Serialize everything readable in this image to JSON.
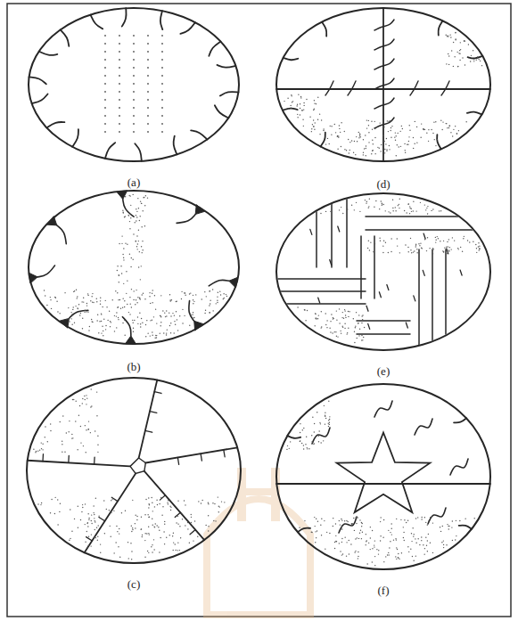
{
  "diagram": {
    "labels": [
      "(a)",
      "(d)",
      "(b)",
      "(e)",
      "(c)",
      "(f)"
    ]
  }
}
